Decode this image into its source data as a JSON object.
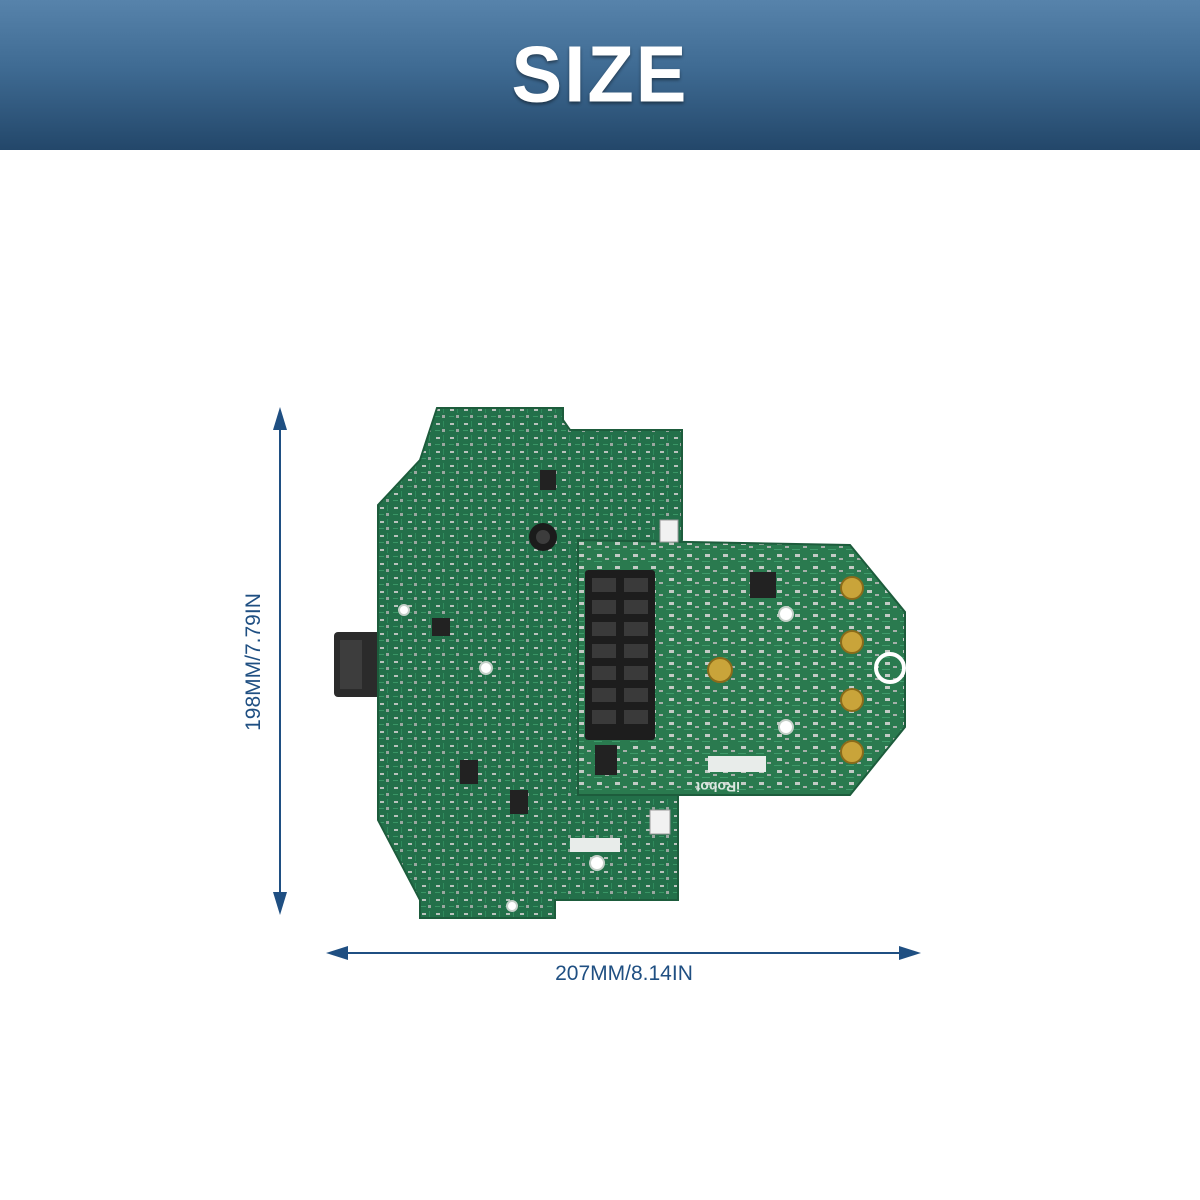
{
  "banner": {
    "title": "SIZE"
  },
  "dimensions": {
    "height_label": "198MM/7.79IN",
    "width_label": "207MM/8.14IN"
  },
  "product": {
    "image": "circuit-board-photo",
    "brand_mark": "iRobot"
  },
  "colors": {
    "banner_top": "#5783ab",
    "banner_bottom": "#23476a",
    "arrow": "#1f4f82",
    "board_green": "#24724a"
  }
}
